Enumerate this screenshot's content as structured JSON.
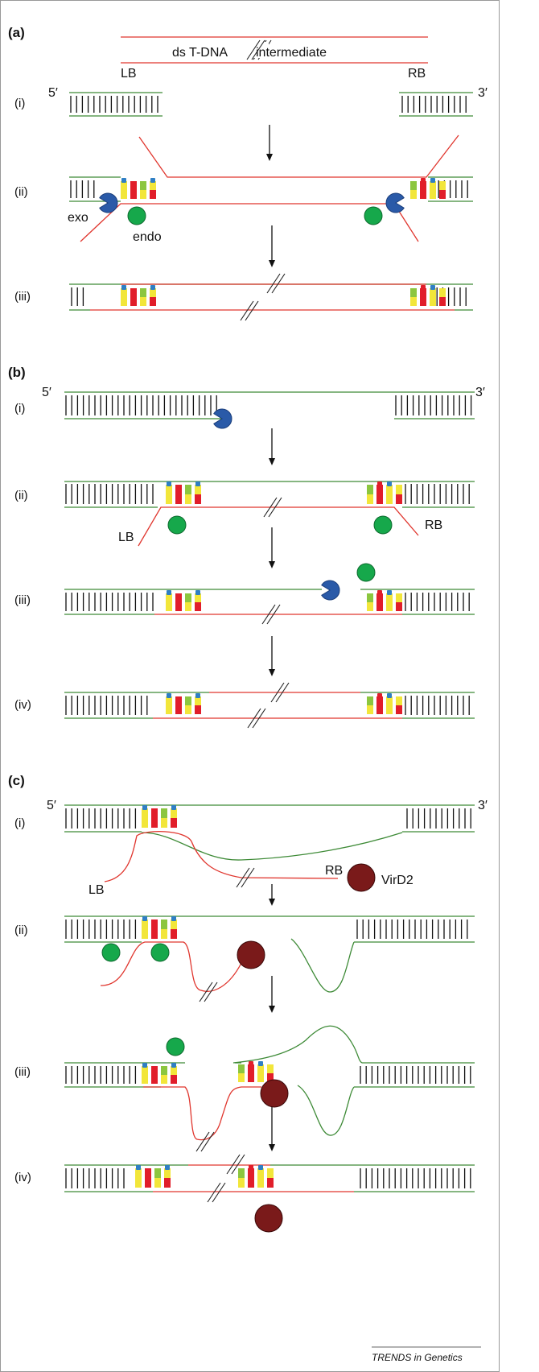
{
  "colors": {
    "dna_green": "#3d8a36",
    "tdna_red": "#e0362e",
    "exo_blue": "#2a5aa8",
    "endo_green": "#16a84b",
    "virD2_brown": "#7a1a1a",
    "yellow": "#f2e63a",
    "blue": "#2f7fc4",
    "red": "#e11e2a",
    "light_green": "#8cc63f"
  },
  "panels": {
    "a": {
      "label": "(a)",
      "steps": [
        "(i)",
        "(ii)",
        "(iii)"
      ],
      "tdna_label": "ds T-DNA",
      "intermediate_label": "intermediate",
      "lb": "LB",
      "rb": "RB",
      "five_prime": "5′",
      "three_prime": "3′",
      "exo": "exo",
      "endo": "endo"
    },
    "b": {
      "label": "(b)",
      "steps": [
        "(i)",
        "(ii)",
        "(iii)",
        "(iv)"
      ],
      "five_prime": "5′",
      "three_prime": "3′",
      "lb": "LB",
      "rb": "RB"
    },
    "c": {
      "label": "(c)",
      "steps": [
        "(i)",
        "(ii)",
        "(iii)",
        "(iv)"
      ],
      "five_prime": "5′",
      "three_prime": "3′",
      "lb": "LB",
      "rb": "RB",
      "virD2": "VirD2"
    }
  },
  "credit": "TRENDS in Genetics"
}
